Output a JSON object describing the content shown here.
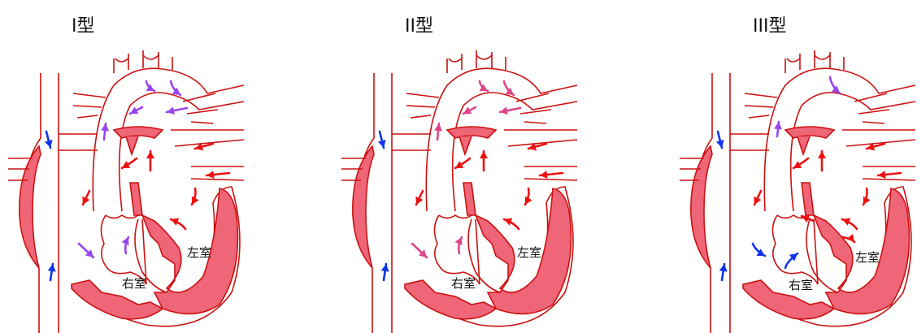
{
  "colors": {
    "outline": "#cc1111",
    "muscle": "#ee6677",
    "arterial": "#ee1111",
    "venous": "#1133ee",
    "mixed_purple": "#9944ee",
    "mixed_pink": "#dd4488"
  },
  "panels": [
    {
      "title": "I型",
      "label_rv": "右室",
      "label_lv": "左室",
      "arrow_scheme": "purple"
    },
    {
      "title": "II型",
      "label_rv": "右室",
      "label_lv": "左室",
      "arrow_scheme": "pink"
    },
    {
      "title": "III型",
      "label_rv": "右室",
      "label_lv": "左室",
      "arrow_scheme": "mixed"
    }
  ]
}
